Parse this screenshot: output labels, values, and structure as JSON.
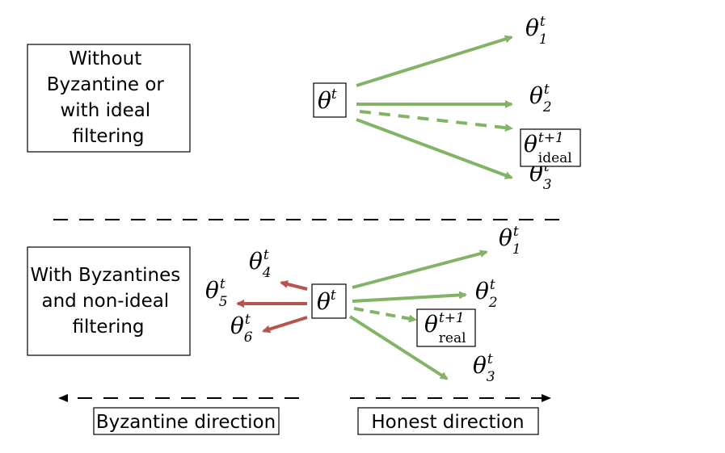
{
  "top_panel": {
    "caption": [
      "Without",
      "Byzantine or",
      "with ideal",
      "filtering"
    ],
    "origin": {
      "sym": "θ",
      "sup": "t"
    },
    "targets": [
      {
        "sym": "θ",
        "sup": "t",
        "sub": "1"
      },
      {
        "sym": "θ",
        "sup": "t",
        "sub": "2"
      },
      {
        "sym": "θ",
        "sup": "t",
        "sub": "3"
      }
    ],
    "result": {
      "sym": "θ",
      "sup": "t+1",
      "sub": "ideal"
    }
  },
  "bottom_panel": {
    "caption": [
      "With Byzantines",
      "and non-ideal",
      "filtering"
    ],
    "origin": {
      "sym": "θ",
      "sup": "t"
    },
    "honest_targets": [
      {
        "sym": "θ",
        "sup": "t",
        "sub": "1"
      },
      {
        "sym": "θ",
        "sup": "t",
        "sub": "2"
      },
      {
        "sym": "θ",
        "sup": "t",
        "sub": "3"
      }
    ],
    "byzantine_targets": [
      {
        "sym": "θ",
        "sup": "t",
        "sub": "4"
      },
      {
        "sym": "θ",
        "sup": "t",
        "sub": "5"
      },
      {
        "sym": "θ",
        "sup": "t",
        "sub": "6"
      }
    ],
    "result": {
      "sym": "θ",
      "sup": "t+1",
      "sub": "real"
    }
  },
  "legend": {
    "byzantine_label": "Byzantine direction",
    "honest_label": "Honest direction"
  },
  "colors": {
    "honest": "#82b366",
    "byzantine": "#b85450",
    "line": "#000000"
  }
}
